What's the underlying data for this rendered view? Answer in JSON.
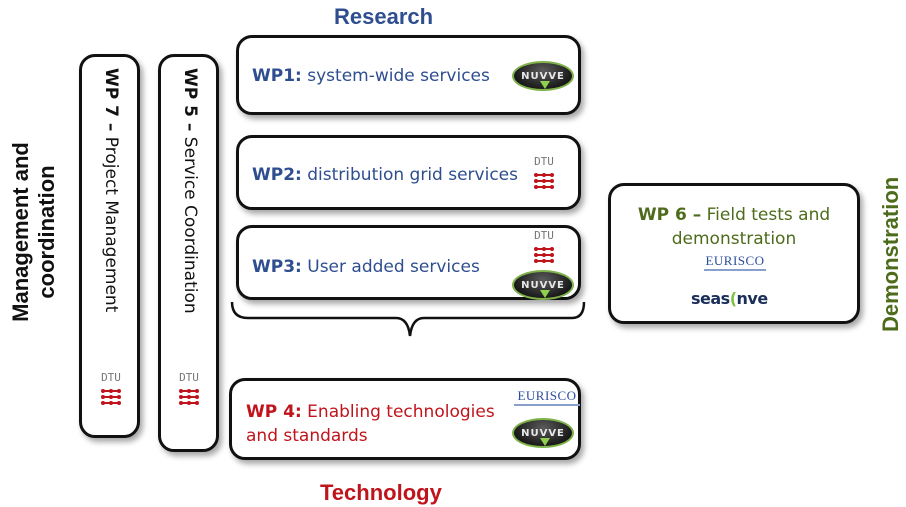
{
  "headings": {
    "research": "Research",
    "technology": "Technology",
    "demonstration": "Demonstration",
    "management": "Management and coordination"
  },
  "colors": {
    "research_blue": "#2e4e8f",
    "technology_red": "#c0141c",
    "demonstration_green": "#4e6b1c",
    "box_border": "#111111"
  },
  "wp7": {
    "code": "WP 7 –",
    "title": "Project Management"
  },
  "wp5": {
    "code": "WP 5 –",
    "title": "Service Coordination"
  },
  "wp1": {
    "code": "WP1:",
    "title": "system-wide services"
  },
  "wp2": {
    "code": "WP2:",
    "title": "distribution grid services"
  },
  "wp3": {
    "code": "WP3:",
    "title": "User added services"
  },
  "wp4": {
    "code": "WP 4:",
    "title_line1": "Enabling technologies",
    "title_line2": "and standards"
  },
  "wp6": {
    "code": "WP 6 –",
    "title_line1": "Field tests and",
    "title_line2": "demonstration"
  },
  "logos": {
    "nuvve": "NUVVE",
    "dtu": "DTU",
    "eurisco": "EURISCO",
    "seas_prefix": "seas",
    "seas_c": "(",
    "seas_suffix": "nve"
  }
}
